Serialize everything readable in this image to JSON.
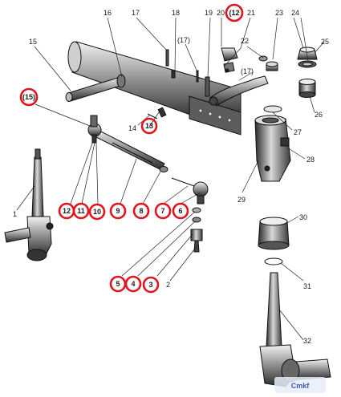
{
  "labels": {
    "l1": "1",
    "l2": "2",
    "l15": "15",
    "l16": "16",
    "l17": "17",
    "l17p": "(17)",
    "l17b": "(17)",
    "l18": "18",
    "l19": "19",
    "l20": "20",
    "l21": "21",
    "l22": "22",
    "l23": "23",
    "l24": "24",
    "l25": "25",
    "l26": "26",
    "l27": "27",
    "l28": "28",
    "l29": "29",
    "l30": "30",
    "l31": "31",
    "l32": "32",
    "l14": "14"
  },
  "circled": {
    "c112": "(12",
    "c15": "(15)",
    "c13": "13",
    "c12": "12",
    "c11": "11",
    "c10": "10",
    "c9": "9",
    "c8": "8",
    "c7": "7",
    "c6": "6",
    "c5": "5",
    "c4": "4",
    "c3": "3"
  },
  "watermark": "Cmkf"
}
